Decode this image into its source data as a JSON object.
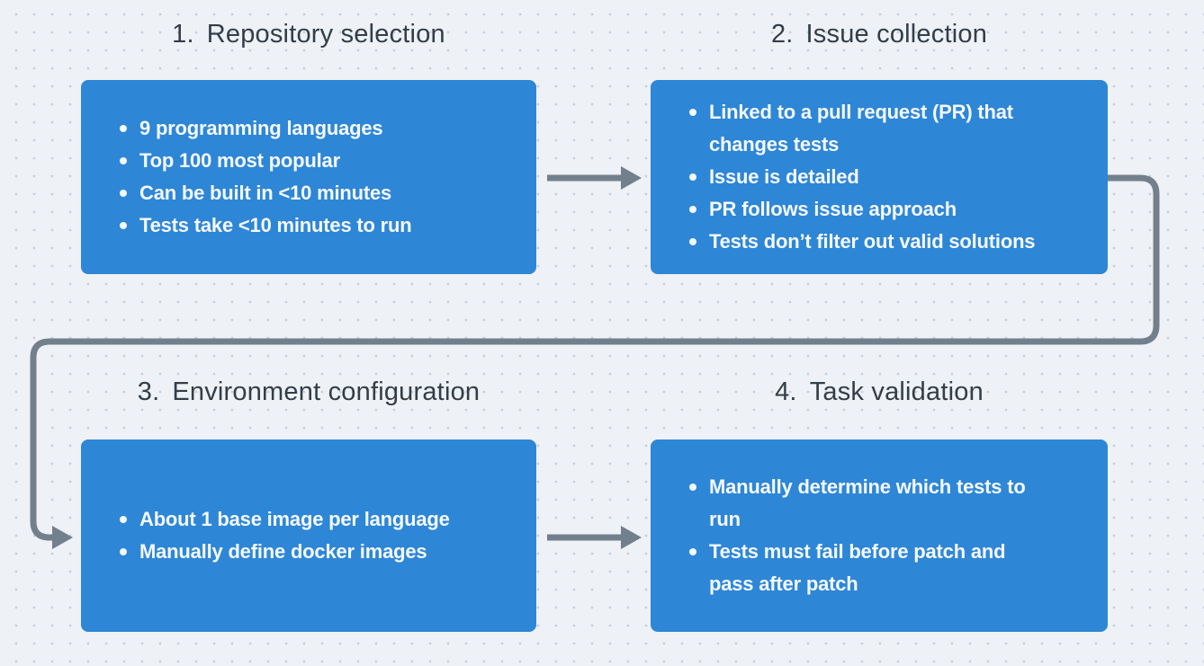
{
  "colors": {
    "background": "#eef1f5",
    "dot_grid": "#c9cfd8",
    "box_blue": "#2e86d6",
    "arrow_gray": "#72808d",
    "title_text": "#323e49",
    "bullet_text": "#f4f9fd"
  },
  "steps": [
    {
      "number": "1.",
      "title": "Repository selection",
      "bullets": [
        "9 programming languages",
        "Top 100 most popular",
        "Can be built in <10 minutes",
        "Tests take <10 minutes to run"
      ]
    },
    {
      "number": "2.",
      "title": "Issue collection",
      "bullets": [
        "Linked to a pull request (PR) that\nchanges tests",
        "Issue is detailed",
        "PR follows issue approach",
        "Tests don’t filter out valid solutions"
      ]
    },
    {
      "number": "3.",
      "title": "Environment configuration",
      "bullets": [
        "About 1 base image per language",
        "Manually define docker images"
      ]
    },
    {
      "number": "4.",
      "title": "Task validation",
      "bullets": [
        "Manually determine which tests to\nrun",
        "Tests must fail before patch and\npass after patch"
      ]
    }
  ],
  "connectors": [
    {
      "name": "arrow-step1-to-step2",
      "from": "Repository selection",
      "to": "Issue collection"
    },
    {
      "name": "arrow-step2-to-step3",
      "from": "Issue collection",
      "to": "Environment configuration"
    },
    {
      "name": "arrow-step3-to-step4",
      "from": "Environment configuration",
      "to": "Task validation"
    }
  ]
}
